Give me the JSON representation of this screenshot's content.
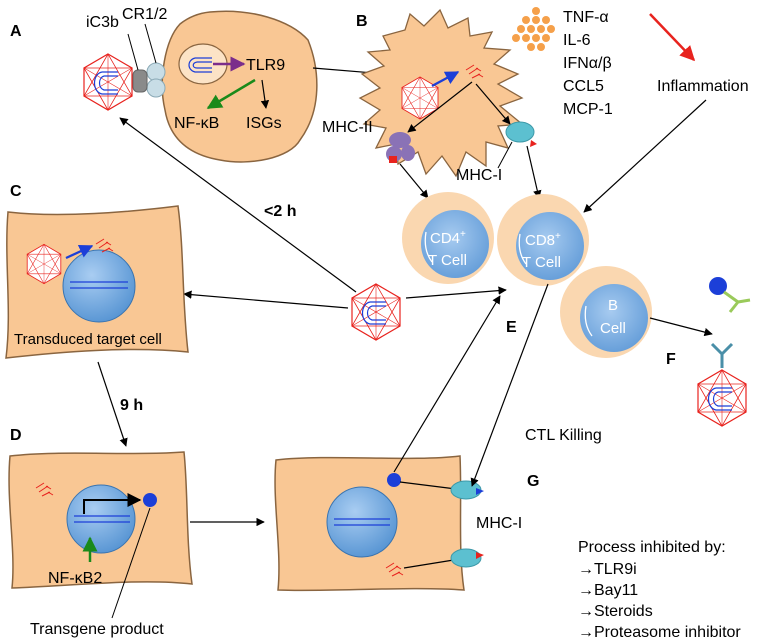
{
  "panels": {
    "a": "A",
    "b": "B",
    "c": "C",
    "d": "D",
    "e": "E",
    "f": "F",
    "g": "G"
  },
  "labels": {
    "ic3b": "iC3b",
    "cr12": "CR1/2",
    "tlr9": "TLR9",
    "nfkb": "NF-κB",
    "isgs": "ISGs",
    "cytokines": [
      "TNF-α",
      "IL-6",
      "IFNα/β",
      "CCL5",
      "MCP-1"
    ],
    "inflammation": "Inflammation",
    "mhc2": "MHC-II",
    "mhc1_top": "MHC-I",
    "lt2h": "<2 h",
    "cd4_a": "CD4",
    "cd4_sup": "+",
    "cd4_b": "T Cell",
    "cd8_a": "CD8",
    "cd8_sup": "+",
    "cd8_b": "T Cell",
    "b_a": "B",
    "b_b": "Cell",
    "transduced": "Transduced target cell",
    "nine_h": "9 h",
    "nfkb2": "NF-κB2",
    "transgene": "Transgene product",
    "ctl": "CTL Killing",
    "mhc1_bottom": "MHC-I"
  },
  "legend": {
    "title": "Process inhibited by:",
    "items": [
      {
        "text": "TLR9i",
        "color": "#7b2d8b"
      },
      {
        "text": "Bay11",
        "color": "#1a8a1a"
      },
      {
        "text": "Steroids",
        "color": "#e8231e"
      },
      {
        "text": "Proteasome inhibitor",
        "color": "#1c3fd8"
      }
    ]
  },
  "colors": {
    "cell_fill": "#f9c794",
    "cell_stroke": "#8a6540",
    "nucleus": "#6ea8e0",
    "tcell": "#7fb2e6",
    "mhc1": "#5cc0d0",
    "mhc2": "#8a72b6",
    "virus": "#e8231e",
    "dots": "#f5a04a"
  }
}
